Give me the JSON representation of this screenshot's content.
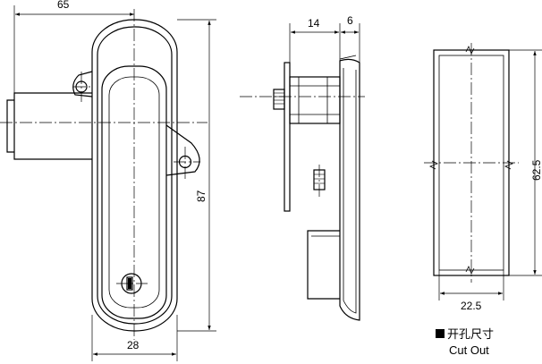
{
  "dimensions": {
    "front_width": "65",
    "front_height": "87",
    "front_bottom": "28",
    "side_depth": "14",
    "side_flange": "6",
    "cutout_height": "62.5",
    "cutout_width": "22.5"
  },
  "legend": {
    "title_cn": "开孔尺寸",
    "title_en": "Cut Out"
  }
}
